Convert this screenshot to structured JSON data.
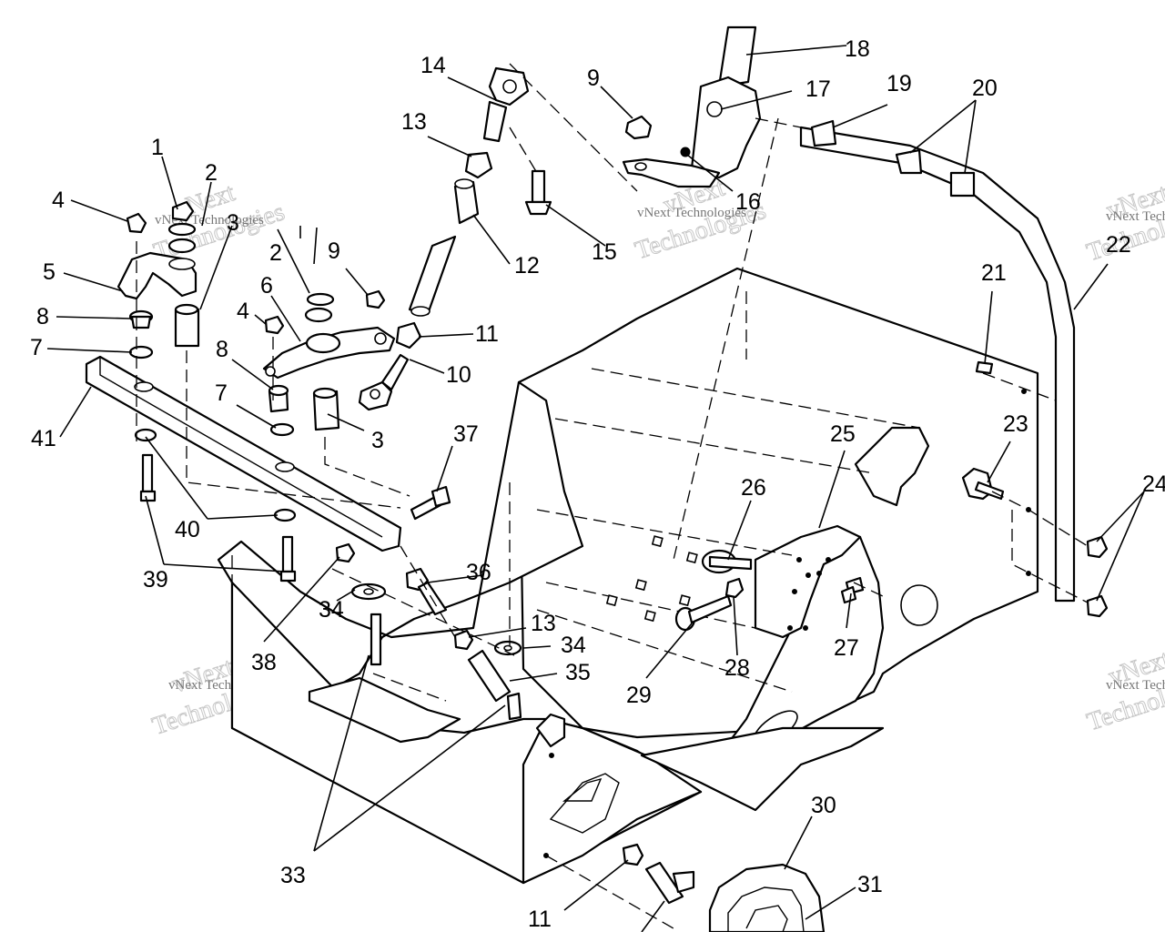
{
  "callouts": [
    {
      "id": "c1",
      "text": "1"
    },
    {
      "id": "c2a",
      "text": "2"
    },
    {
      "id": "c2b",
      "text": "2"
    },
    {
      "id": "c3a",
      "text": "3"
    },
    {
      "id": "c3b",
      "text": "3"
    },
    {
      "id": "c4a",
      "text": "4"
    },
    {
      "id": "c4b",
      "text": "4"
    },
    {
      "id": "c5",
      "text": "5"
    },
    {
      "id": "c6",
      "text": "6"
    },
    {
      "id": "c7a",
      "text": "7"
    },
    {
      "id": "c7b",
      "text": "7"
    },
    {
      "id": "c8a",
      "text": "8"
    },
    {
      "id": "c8b",
      "text": "8"
    },
    {
      "id": "c9a",
      "text": "9"
    },
    {
      "id": "c9b",
      "text": "9"
    },
    {
      "id": "c10",
      "text": "10"
    },
    {
      "id": "c11a",
      "text": "11"
    },
    {
      "id": "c11b",
      "text": "11"
    },
    {
      "id": "c12",
      "text": "12"
    },
    {
      "id": "c13a",
      "text": "13"
    },
    {
      "id": "c13b",
      "text": "13"
    },
    {
      "id": "c14",
      "text": "14"
    },
    {
      "id": "c15",
      "text": "15"
    },
    {
      "id": "c16",
      "text": "16"
    },
    {
      "id": "c17",
      "text": "17"
    },
    {
      "id": "c18",
      "text": "18"
    },
    {
      "id": "c19",
      "text": "19"
    },
    {
      "id": "c20",
      "text": "20"
    },
    {
      "id": "c21",
      "text": "21"
    },
    {
      "id": "c22",
      "text": "22"
    },
    {
      "id": "c23",
      "text": "23"
    },
    {
      "id": "c24",
      "text": "24"
    },
    {
      "id": "c25",
      "text": "25"
    },
    {
      "id": "c26",
      "text": "26"
    },
    {
      "id": "c27",
      "text": "27"
    },
    {
      "id": "c28",
      "text": "28"
    },
    {
      "id": "c29",
      "text": "29"
    },
    {
      "id": "c30",
      "text": "30"
    },
    {
      "id": "c31",
      "text": "31"
    },
    {
      "id": "c33",
      "text": "33"
    },
    {
      "id": "c34a",
      "text": "34"
    },
    {
      "id": "c34b",
      "text": "34"
    },
    {
      "id": "c35",
      "text": "35"
    },
    {
      "id": "c36",
      "text": "36"
    },
    {
      "id": "c37",
      "text": "37"
    },
    {
      "id": "c38",
      "text": "38"
    },
    {
      "id": "c39",
      "text": "39"
    },
    {
      "id": "c40",
      "text": "40"
    },
    {
      "id": "c41",
      "text": "41"
    }
  ],
  "watermark": {
    "small_text": "vNext Technologies",
    "line1": "vNext",
    "line2": "Technologies"
  }
}
